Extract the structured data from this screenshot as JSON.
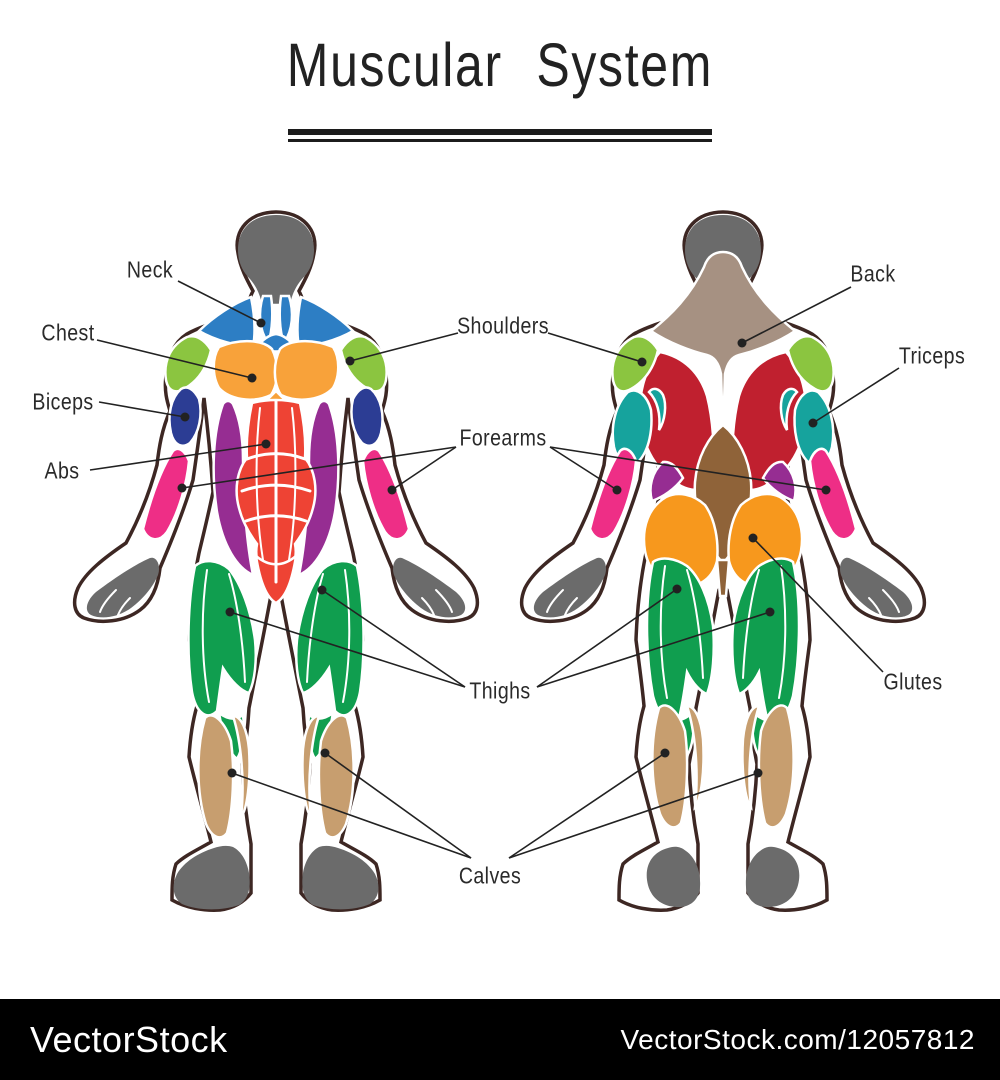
{
  "title": "Muscular System",
  "labels": {
    "neck": "Neck",
    "chest": "Chest",
    "biceps": "Biceps",
    "abs": "Abs",
    "shoulders": "Shoulders",
    "forearms": "Forearms",
    "thighs": "Thighs",
    "calves": "Calves",
    "back": "Back",
    "triceps": "Triceps",
    "glutes": "Glutes"
  },
  "watermark": {
    "brand": "VectorStock",
    "reference": "VectorStock.com/12057812",
    "bar_color": "#000000",
    "text_color": "#ffffff"
  },
  "colors": {
    "outline": "#3d2723",
    "body": "#ffffff",
    "gray": "#6b6b6b",
    "ink": "#222222",
    "neck_blue": "#2d7ec4",
    "shoulder_green": "#8bc540",
    "chest_orange": "#f8a23a",
    "biceps_navy": "#2c3d94",
    "forearm_pink": "#ee2e86",
    "oblique_purple": "#962d92",
    "abs_red": "#ee4334",
    "thigh_green": "#109e4f",
    "calf_tan": "#c79e6f",
    "trap_taupe": "#a69182",
    "lats_crimson": "#c0202f",
    "triceps_teal": "#16a39d",
    "lowerback_brown": "#8f6339",
    "glutes_orange": "#f7981d"
  }
}
